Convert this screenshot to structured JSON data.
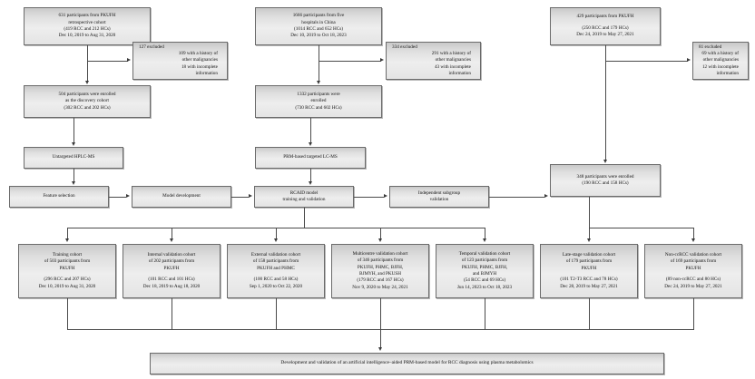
{
  "figure": {
    "type": "flowchart",
    "title": "Study flow diagram for RCAID model development and validation"
  },
  "sources": {
    "discovery": {
      "lines": [
        "631 participants from PKUFH",
        "retrospective cohort",
        "(419 RCC and 212 HCs)",
        "Dec 10, 2019 to Aug 31, 2020"
      ]
    },
    "prm": {
      "lines": [
        "1666 participants from five",
        "hospitals in China",
        "(1014 RCC and 652 HCs)",
        "Dec 10, 2019 to Oct 18, 2023"
      ]
    },
    "subgroup": {
      "lines": [
        "429 participants from PKUFH",
        "",
        "(250 RCC and 179 HCs)",
        "Dec 24, 2019 to May 27, 2021"
      ]
    }
  },
  "exclusions": {
    "discovery": {
      "head": "127 excluded",
      "subs": [
        "109 with a history of",
        "other malignancies",
        "18 with incomplete",
        "information"
      ]
    },
    "prm": {
      "head": "334 excluded",
      "subs": [
        "291 with a history of",
        "other malignancies",
        "43 with incomplete",
        "information"
      ]
    },
    "subgroup": {
      "head": "81 excluded",
      "subs": [
        "69 with a history of",
        "other malignancies",
        "12 with incomplete",
        "information"
      ]
    }
  },
  "enrolled": {
    "discovery": {
      "lines": [
        "504 participants were enrolled",
        "as the discovery cohort",
        "(302 RCC and 202 HCs)"
      ]
    },
    "prm": {
      "lines": [
        "1332 participants were",
        "enrolled",
        "(730 RCC and 602 HCs)"
      ]
    },
    "subgroup": {
      "lines": [
        "348 participants were enrolled",
        "(190 RCC and 158 HCs)"
      ]
    }
  },
  "methods": {
    "untargeted": "Untargeted HPLC-MS",
    "prm_targeted": "PRM-based targeted LC-MS",
    "feature_selection": "Feature selection",
    "model_development": "Model development",
    "rcaid_model": [
      "RCAID model",
      "training and validation"
    ],
    "independent_subgroup": [
      "Independent subgroup",
      "validation"
    ]
  },
  "cohorts": [
    {
      "name": "training-cohort",
      "lines": [
        "Training cohort",
        "of 503 participants from",
        "PKUFH",
        "",
        "(296 RCC and 207 HCs)",
        "Dec 10, 2019 to Aug 31, 2020"
      ]
    },
    {
      "name": "internal-validation-cohort",
      "lines": [
        "Internal validation cohort",
        "of 202 participants from",
        "PKUFH",
        "",
        "(101 RCC and 101 HCs)",
        "Dec 18, 2019 to Aug 18, 2020"
      ]
    },
    {
      "name": "external-validation-cohort",
      "lines": [
        "External validation cohort",
        "of 158 participants from",
        "PKUFH and PHMC",
        "",
        "(100 RCC and 58 HCs)",
        "Sep 1, 2020 to  Oct 22, 2020"
      ]
    },
    {
      "name": "multicentre-validation-cohort",
      "lines": [
        "Multicentre validation cohort",
        "of 346 participants from",
        "PKUFH, PHMC, BJFH,",
        "BJMYH, and PKUSH",
        "(179 RCC and 167 HCs)",
        "Nov 9, 2020 to May 24, 2021"
      ]
    },
    {
      "name": "temporal-validation-cohort",
      "lines": [
        "Temporal validation cohort",
        "of 123 participants from",
        "PKUFH, PHMC, BJFH,",
        "and BJMYH",
        "(54 RCC and 69 HCs)",
        "Jun 14, 2023 to Oct 18, 2023"
      ]
    },
    {
      "name": "late-stage-validation-cohort",
      "lines": [
        "Late-stage validation cohort",
        "of 179 participants from",
        "PKUFH",
        "",
        "(101 T2-T3 RCC and 78 HCs)",
        "Dec 28, 2019 to May 27, 2021"
      ]
    },
    {
      "name": "non-ccrcc-validation-cohort",
      "lines": [
        "Non-ccRCC validation cohort",
        "of 169 participants from",
        "PKUFH",
        "",
        "(89 non-ccRCC and 80 HCs)",
        "Dec 24, 2019 to May 27, 2021"
      ]
    }
  ],
  "conclusion": "Development and validation of an artificial intelligence–aided PRM-based model for RCC diagnosis using plasma metabolomics",
  "colors": {
    "box_border": "#6b6b6b",
    "box_fill_top": "#c9c9c9",
    "box_fill_mid": "#eeeeee",
    "connector": "#4a4a4a",
    "text": "#111111",
    "background": "#ffffff"
  }
}
